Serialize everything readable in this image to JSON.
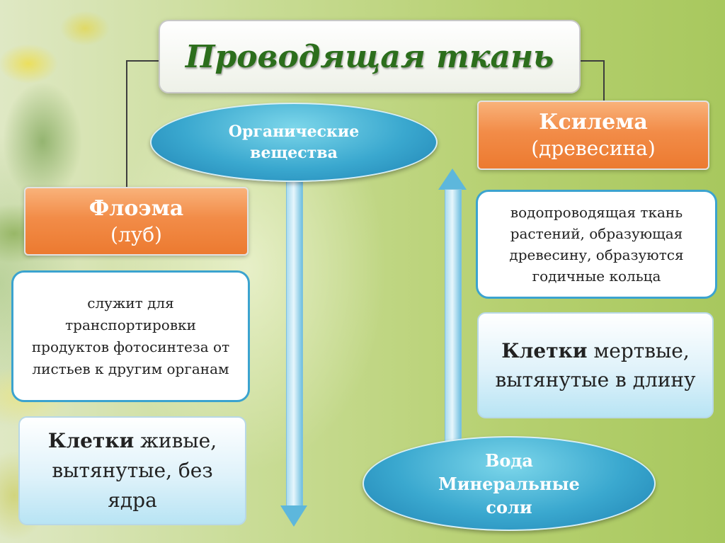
{
  "title": "Проводящая ткань",
  "phloem": {
    "name": "Флоэма",
    "alt_name": "(луб)",
    "description": "служит для транспортировки продуктов фотосинтеза от листьев к другим органам",
    "cells_label": "Клетки",
    "cells_text": "живые, вытянутые, без ядра"
  },
  "xylem": {
    "name": "Ксилема",
    "alt_name": "(древесина)",
    "description": "водопроводящая ткань растений, образующая древесину, образуются годичные кольца",
    "cells_label": "Клетки",
    "cells_text": "мертвые, вытянутые в длину"
  },
  "flow_down": {
    "text": "Органические вещества"
  },
  "flow_up": {
    "line1": "Вода",
    "line2": "Минеральные соли"
  },
  "colors": {
    "title_green": "#2c6e1c",
    "orange": "#f28c48",
    "blue": "#3aa8cf"
  }
}
